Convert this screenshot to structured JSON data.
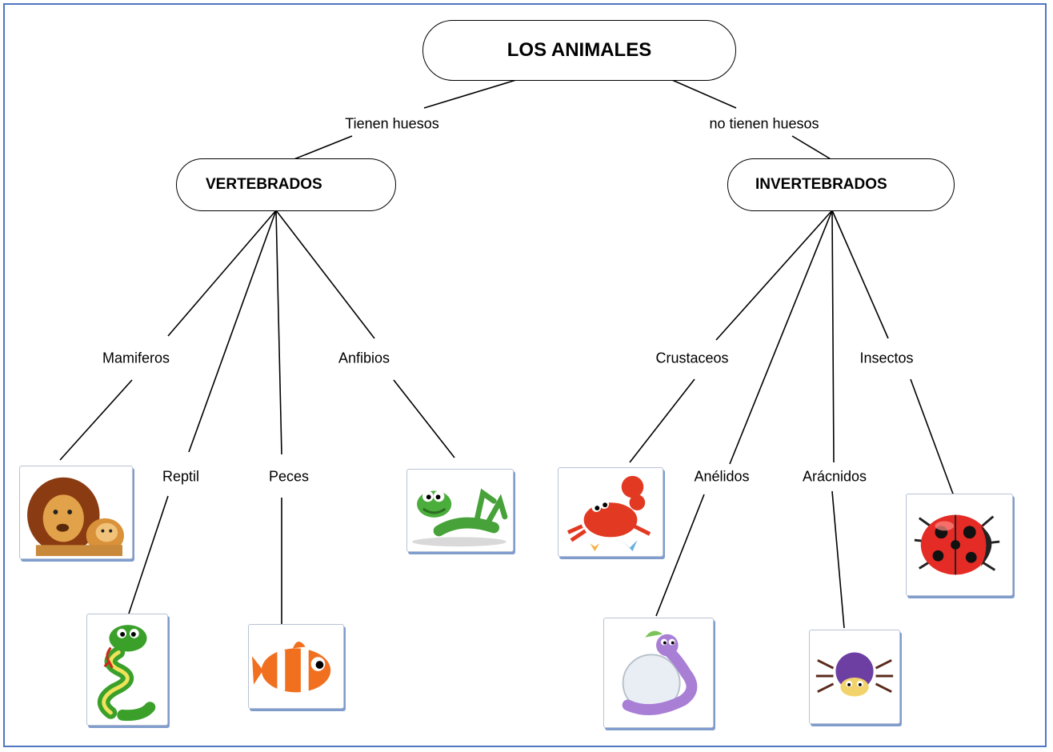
{
  "root": {
    "title": "LOS ANIMALES"
  },
  "links": {
    "left": "Tienen huesos",
    "right": "no tienen huesos"
  },
  "vertebrados": {
    "title": "VERTEBRADOS",
    "categories": [
      "Mamiferos",
      "Reptil",
      "Peces",
      "Anfibios"
    ]
  },
  "invertebrados": {
    "title": "INVERTEBRADOS",
    "categories": [
      "Crustaceos",
      "Anélidos",
      "Arácnidos",
      "Insectos"
    ]
  },
  "pictures": [
    "lion-cub-picture",
    "snake-picture",
    "clownfish-picture",
    "frog-picture",
    "crab-picture",
    "worm-picture",
    "spider-picture",
    "ladybug-picture"
  ],
  "colors": {
    "frame": "#4f78c2",
    "picture_shadow": "#7f9ccc"
  }
}
